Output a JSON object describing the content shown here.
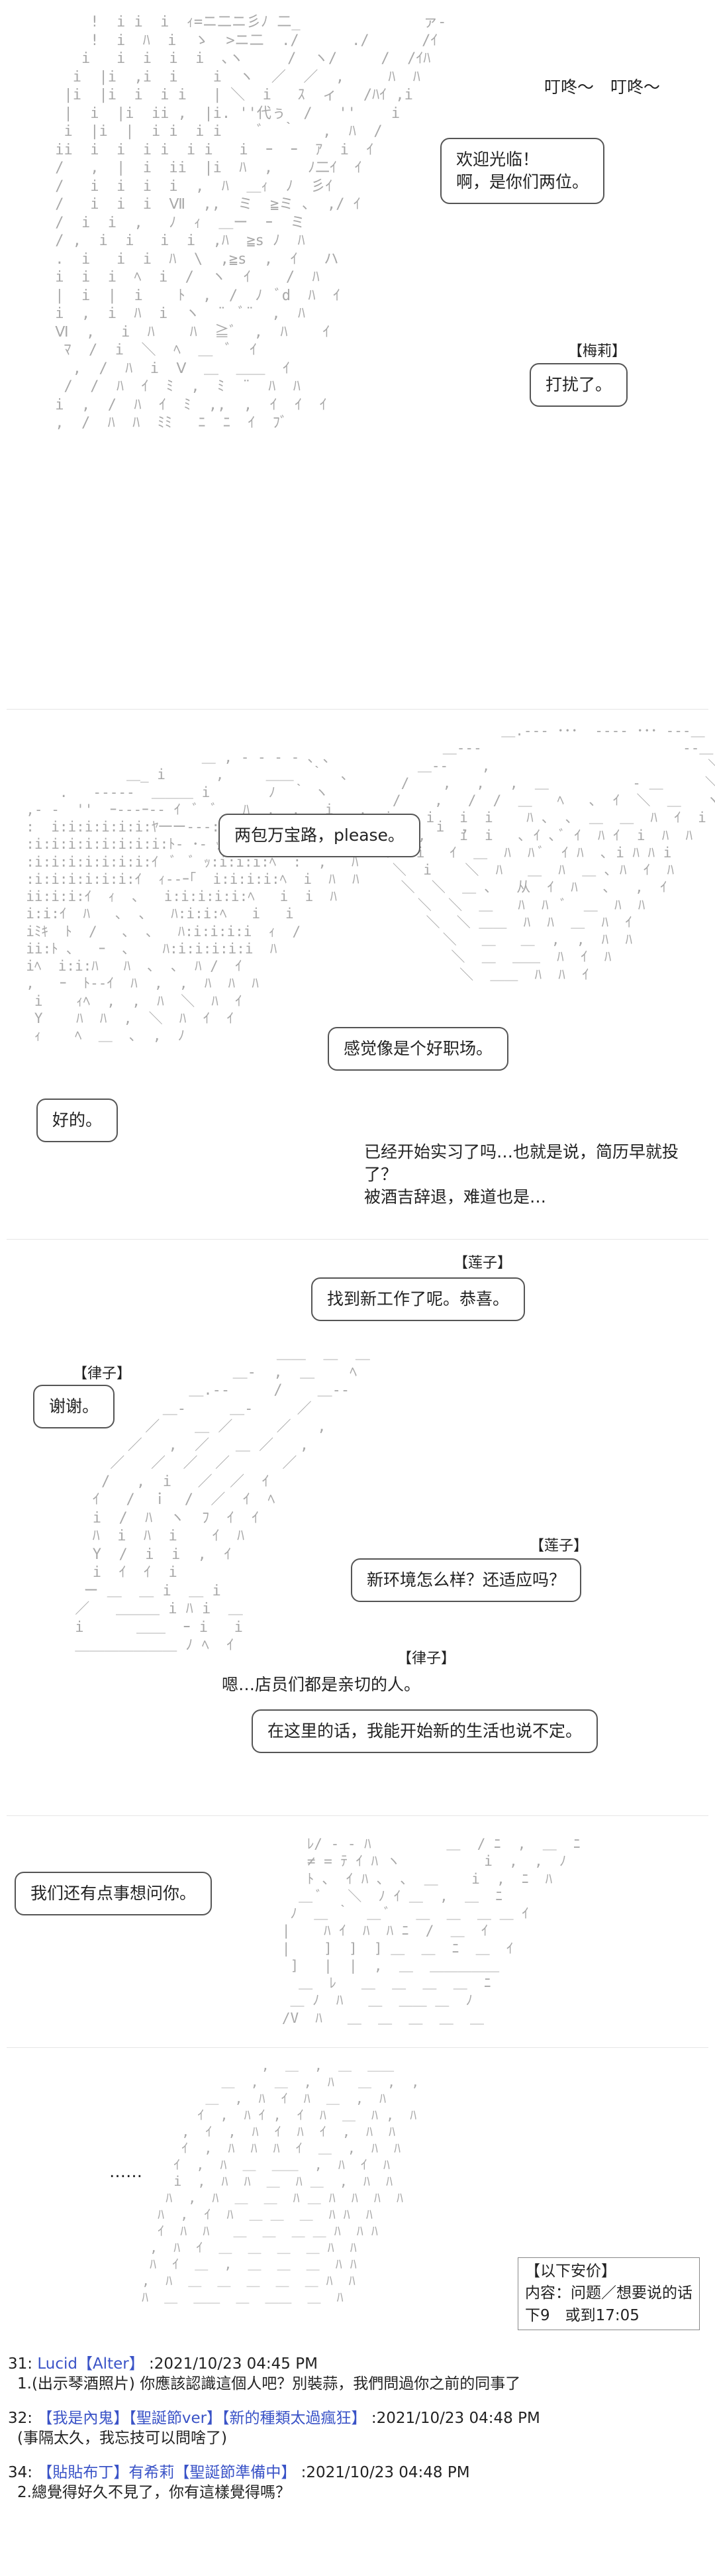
{
  "panels": {
    "p1": {
      "sfx": "叮咚～　叮咚～",
      "welcome": "欢迎光临！",
      "welcome2": "啊，是你们两位。",
      "tag_mari": "【梅莉】",
      "mari_line": "打扰了。"
    },
    "p2": {
      "order": "两包万宝路，please。",
      "feel": "感觉像是个好职场。",
      "ok": "好的。",
      "think1": "已经开始实习了吗…也就是说，简历早就投了？",
      "think2": "被酒吉辞退，难道也是…"
    },
    "p3": {
      "tag_renko_1": "【莲子】",
      "renko_1": "找到新工作了呢。恭喜。",
      "tag_ritsu_1": "【律子】",
      "ritsu_1": "谢谢。",
      "tag_renko_2": "【莲子】",
      "renko_2": "新环境怎么样？还适应吗？",
      "tag_ritsu_2": "【律子】",
      "ritsu_2": "嗯…店员们都是亲切的人。",
      "ritsu_3": "在这里的话，我能开始新的生活也说不定。"
    },
    "p4": {
      "ask": "我们还有点事想问你。"
    },
    "p5": {
      "dots": "……",
      "preview_1": "【以下安价】",
      "preview_2": "内容：问题／想要说的话",
      "preview_3": "下9　或到17:05"
    }
  },
  "comments": [
    {
      "num": "31:",
      "user": "Lucid【Alter】",
      "time": ":2021/10/23 04:45 PM",
      "text": "1.(出示琴酒照片) 你應該認識這個人吧？別裝蒜，我們問過你之前的同事了"
    },
    {
      "num": "32:",
      "user": "【我是內鬼】【聖誕節ver】【新的種類太過瘋狂】",
      "time": ":2021/10/23 04:48 PM",
      "text": "(事隔太久，我忘技可以問啥了)"
    },
    {
      "num": "34:",
      "user": "【貼貼布丁】有希莉【聖誕節準備中】",
      "time": ":2021/10/23 04:48 PM",
      "text": "2.總覺得好久不見了，你有這樣覺得嗎？"
    }
  ]
}
